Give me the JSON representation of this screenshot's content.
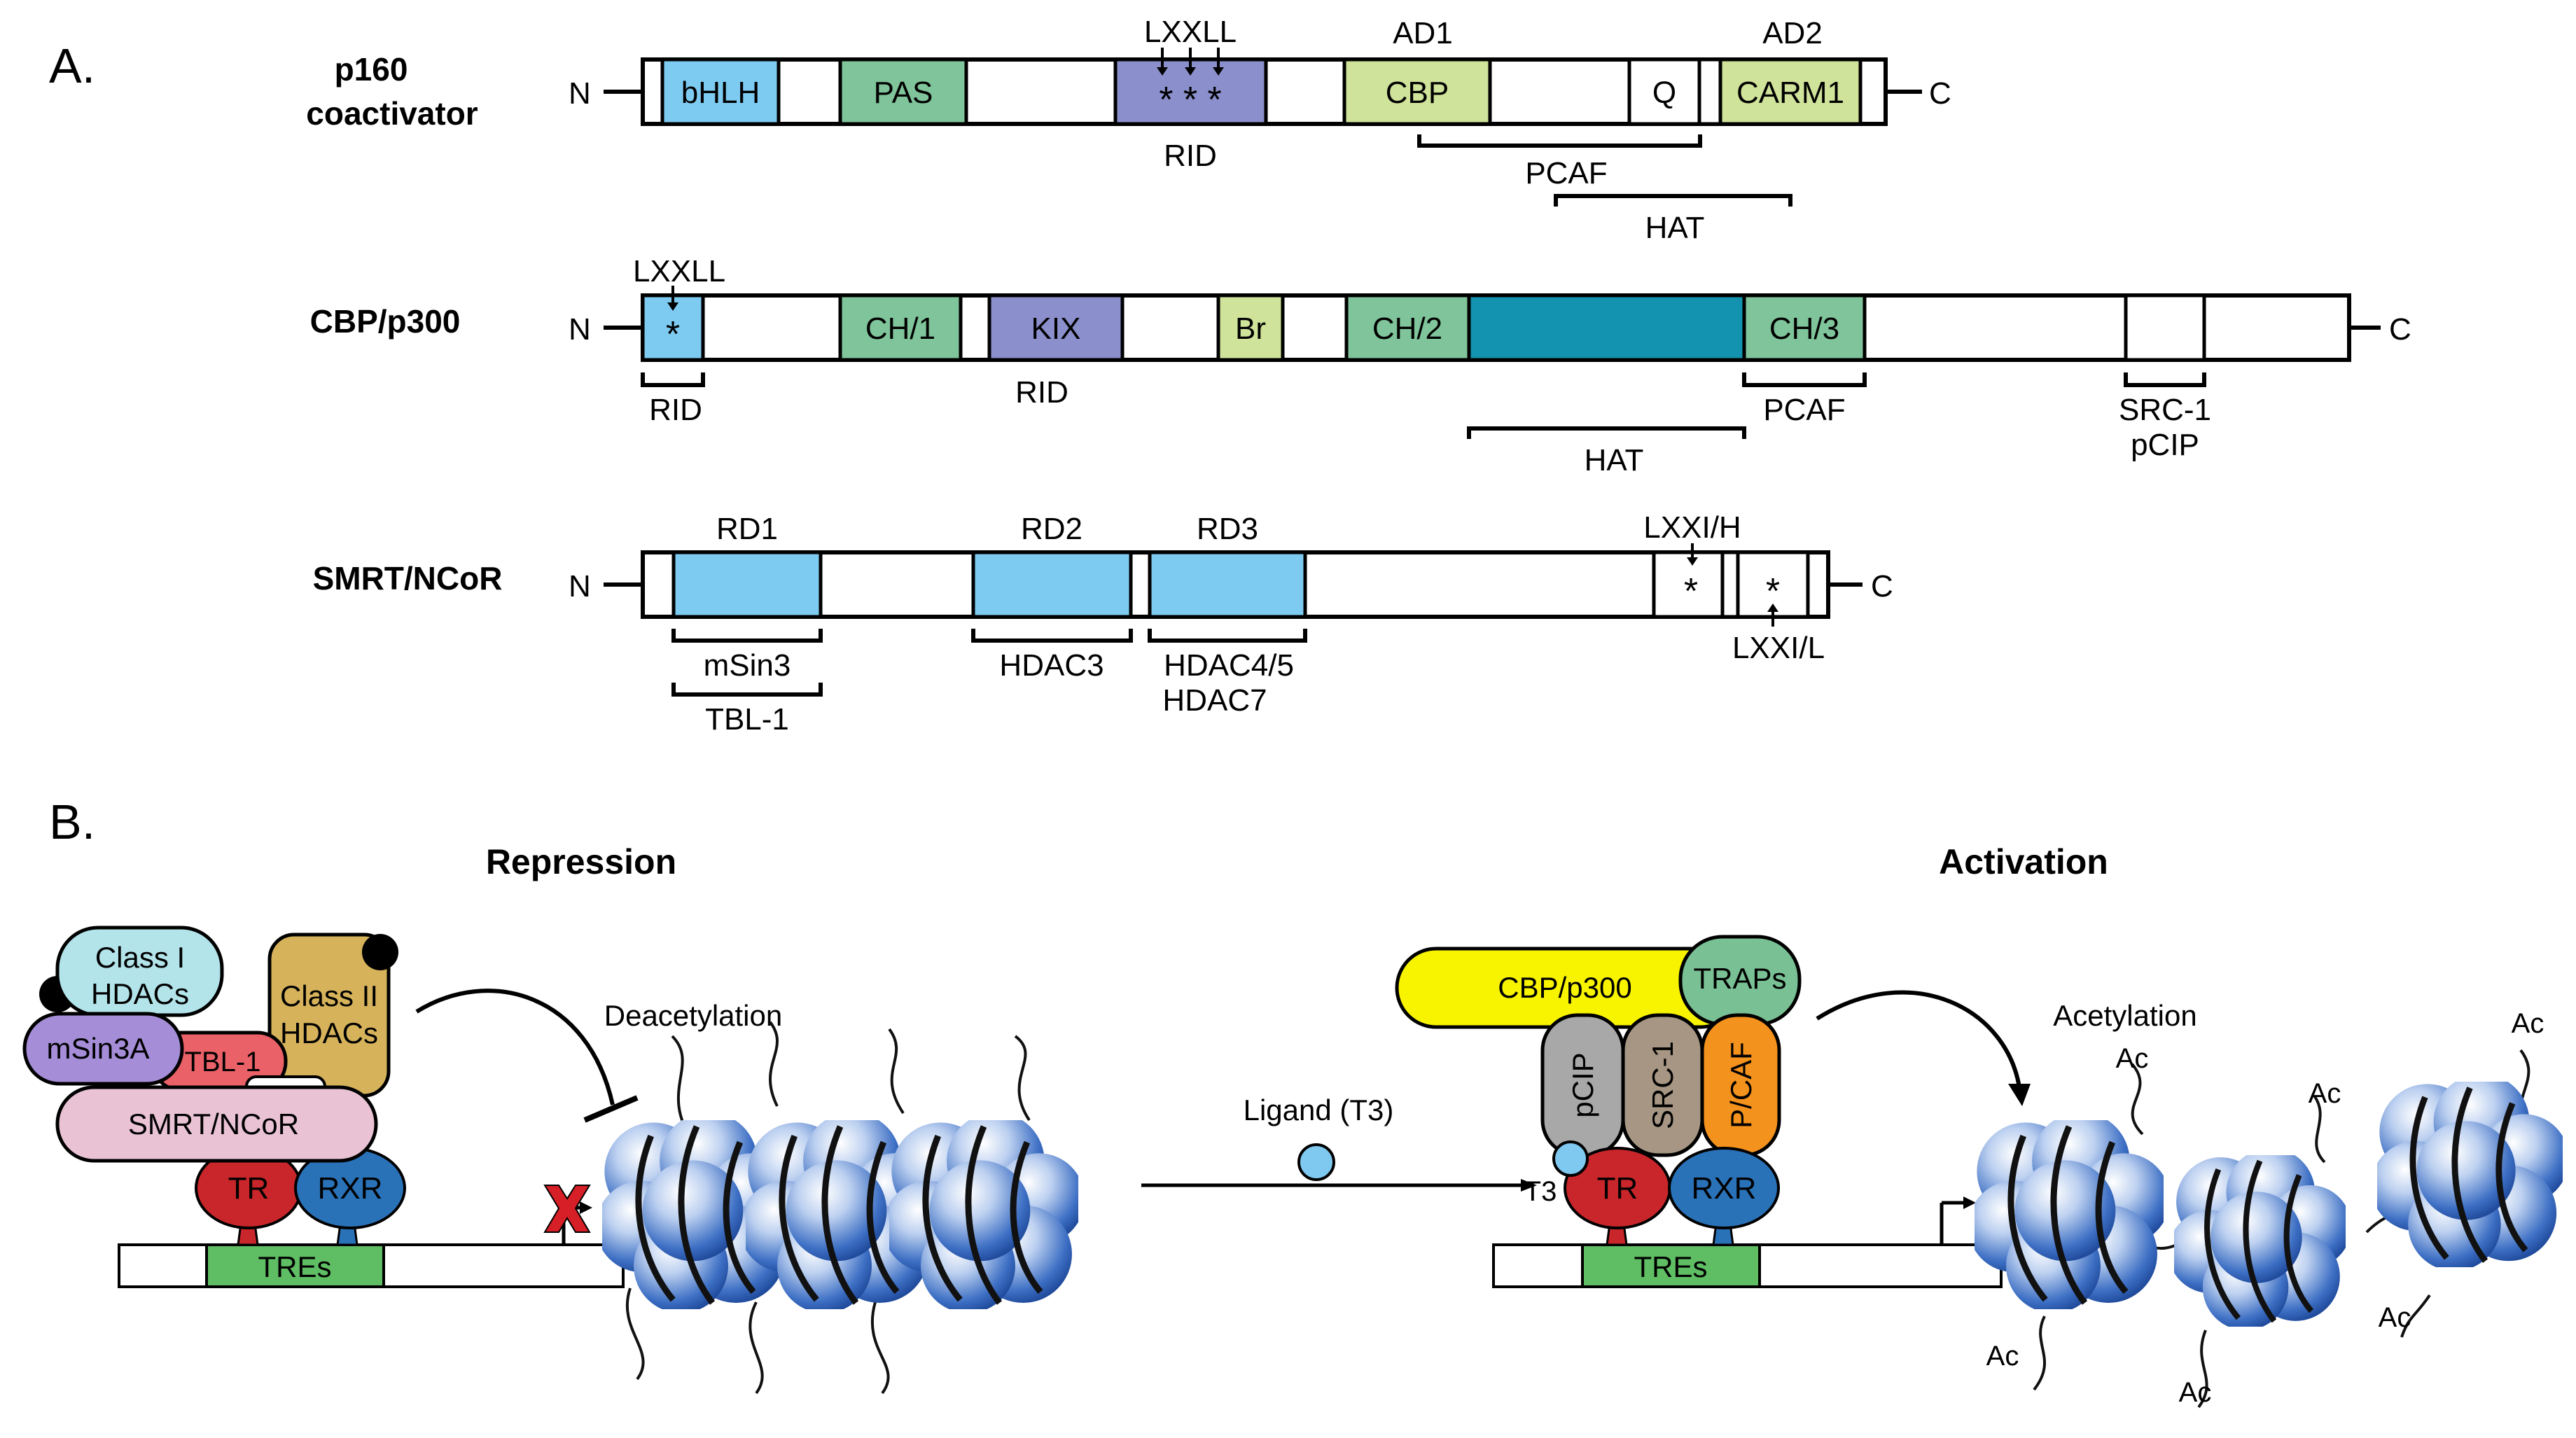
{
  "panelA": {
    "label": "A.",
    "p160": {
      "name_line1": "p160",
      "name_line2": "coactivator",
      "n": "N",
      "c": "C",
      "domains": {
        "bhlh": "bHLH",
        "pas": "PAS",
        "rid_stars": "* * *",
        "cbp": "CBP",
        "q": "Q",
        "carm1": "CARM1"
      },
      "motif": "LXXLL",
      "ad1": "AD1",
      "ad2": "AD2",
      "rid": "RID",
      "pcaf": "PCAF",
      "hat": "HAT"
    },
    "cbp": {
      "name": "CBP/p300",
      "n": "N",
      "c": "C",
      "motif": "LXXLL",
      "star": "*",
      "domains": {
        "ch1": "CH/1",
        "kix": "KIX",
        "br": "Br",
        "ch2": "CH/2",
        "ch3": "CH/3"
      },
      "rid_left": "RID",
      "rid_kix": "RID",
      "hat": "HAT",
      "pcaf": "PCAF",
      "src1": "SRC-1",
      "pcip": "pCIP"
    },
    "smrt": {
      "name": "SMRT/NCoR",
      "n": "N",
      "c": "C",
      "rd1": "RD1",
      "rd2": "RD2",
      "rd3": "RD3",
      "motif_top": "LXXI/H",
      "motif_bottom": "LXXI/L",
      "star": "*",
      "msin3": "mSin3",
      "tbl1": "TBL-1",
      "hdac3": "HDAC3",
      "hdac45": "HDAC4/5",
      "hdac7": "HDAC7"
    }
  },
  "panelB": {
    "label": "B.",
    "repression": {
      "title": "Repression",
      "class1_line1": "Class I",
      "class1_line2": "HDACs",
      "class2_line1": "Class II",
      "class2_line2": "HDACs",
      "msin3a": "mSin3A",
      "tbl1": "TBL-1",
      "smrt": "SMRT/NCoR",
      "tr": "TR",
      "rxr": "RXR",
      "tres": "TREs",
      "process": "Deacetylation"
    },
    "ligand": "Ligand (T3)",
    "activation": {
      "title": "Activation",
      "cbp": "CBP/p300",
      "traps": "TRAPs",
      "pcip": "pCIP",
      "src1": "SRC-1",
      "pcaf": "P/CAF",
      "t3": "T3",
      "tr": "TR",
      "rxr": "RXR",
      "tres": "TREs",
      "process": "Acetylation",
      "ac": "Ac"
    }
  },
  "colors": {
    "blue_domain": "#7ecbf2",
    "green_domain": "#7fc49a",
    "purple_domain": "#8b8fcc",
    "lime_domain": "#cfe39a",
    "teal_domain": "#1393b0",
    "tr_red": "#c8262a",
    "rxr_blue": "#2a72b8",
    "tre_green": "#5fbd64",
    "class1": "#b2e4ea",
    "class2": "#d6b35b",
    "msin3a": "#a58dd8",
    "tbl1": "#ea6167",
    "smrt_box": "#e9c3d4",
    "cbp_yellow": "#f8f400",
    "traps": "#79c094",
    "pcip_grey": "#a8a8a8",
    "src1_brown": "#a69683",
    "pcaf_orange": "#f3921c",
    "ligand": "#7fc8ef",
    "nucleosome": "#2f5fb3",
    "block_red": "#d61f26"
  }
}
